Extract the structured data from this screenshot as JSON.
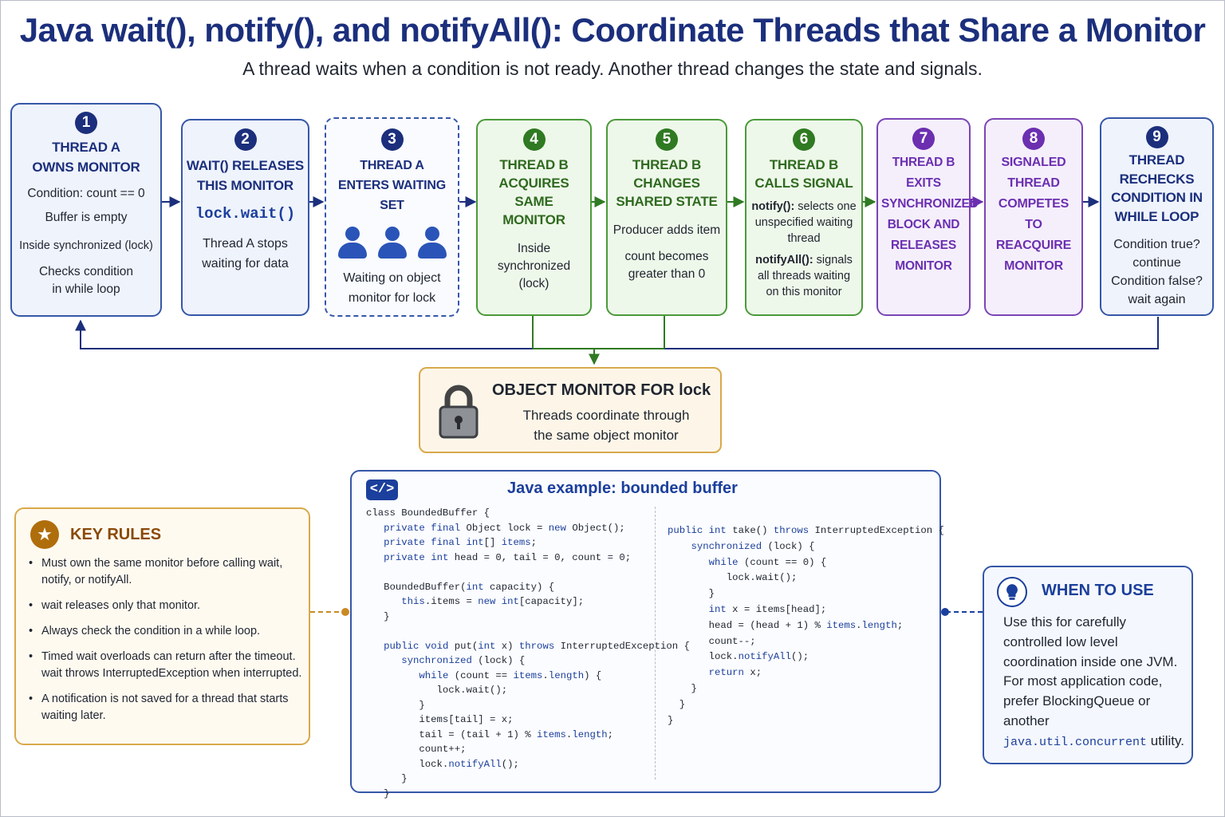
{
  "header": {
    "title": "Java wait(), notify(), and notifyAll(): Coordinate Threads that Share a Monitor",
    "subtitle": "A thread waits when a condition is not ready. Another thread changes the state and signals."
  },
  "steps": [
    {
      "num": "1",
      "title1": "THREAD A",
      "title2": "OWNS MONITOR",
      "lines": [
        "Condition: count == 0",
        "Buffer is empty",
        "Inside synchronized (lock)",
        "Checks condition",
        "in while loop"
      ]
    },
    {
      "num": "2",
      "title1": "WAIT() RELEASES",
      "title2": "THIS MONITOR",
      "code": "lock.wait()",
      "lines": [
        "Thread A stops",
        "waiting for data"
      ]
    },
    {
      "num": "3",
      "title1": "THREAD A",
      "title2": "ENTERS WAITING SET",
      "lines": [
        "Waiting on object",
        "monitor for lock"
      ]
    },
    {
      "num": "4",
      "title1": "THREAD B",
      "title2": "ACQUIRES SAME",
      "title3": "MONITOR",
      "lines": [
        "Inside",
        "synchronized (lock)"
      ]
    },
    {
      "num": "5",
      "title1": "THREAD B",
      "title2": "CHANGES",
      "title3": "SHARED STATE",
      "lines": [
        "Producer adds item",
        "count becomes",
        "greater than 0"
      ]
    },
    {
      "num": "6",
      "title1": "THREAD B",
      "title2": "CALLS SIGNAL",
      "notify_label": "notify():",
      "notify_text": " selects one unspecified waiting thread",
      "notifyall_label": "notifyAll():",
      "notifyall_text": " signals all threads waiting on this monitor"
    },
    {
      "num": "7",
      "title_lines": [
        "THREAD B",
        "EXITS",
        "SYNCHRONIZED",
        "BLOCK AND",
        "RELEASES",
        "MONITOR"
      ]
    },
    {
      "num": "8",
      "title_lines": [
        "SIGNALED",
        "THREAD",
        "COMPETES TO",
        "REACQUIRE",
        "MONITOR"
      ]
    },
    {
      "num": "9",
      "title_lines": [
        "THREAD",
        "RECHECKS",
        "CONDITION IN",
        "WHILE LOOP"
      ],
      "lines": [
        "Condition true?",
        "continue",
        "Condition false?",
        "wait again"
      ]
    }
  ],
  "monitor": {
    "title": "OBJECT MONITOR FOR lock",
    "desc1": "Threads coordinate through",
    "desc2": "the same object monitor"
  },
  "key_rules": {
    "title": "KEY RULES",
    "items": [
      "Must own the same monitor before calling wait, notify, or notifyAll.",
      "wait releases only that monitor.",
      "Always check the condition in a while loop.",
      "Timed wait overloads can return after the timeout. wait throws InterruptedException when interrupted.",
      "A notification is not saved for a thread that starts waiting later."
    ]
  },
  "code_example": {
    "icon": "</>",
    "title": "Java example: bounded buffer",
    "left": "class BoundedBuffer {\n   private final Object lock = new Object();\n   private final int[] items;\n   private int head = 0, tail = 0, count = 0;\n\n   BoundedBuffer(int capacity) {\n      this.items = new int[capacity];\n   }\n\n   public void put(int x) throws InterruptedException {\n      synchronized (lock) {\n         while (count == items.length) {\n            lock.wait();\n         }\n         items[tail] = x;\n         tail = (tail + 1) % items.length;\n         count++;\n         lock.notifyAll();\n      }\n   }",
    "right": "public int take() throws InterruptedException {\n    synchronized (lock) {\n       while (count == 0) {\n          lock.wait();\n       }\n       int x = items[head];\n       head = (head + 1) % items.length;\n       count--;\n       lock.notifyAll();\n       return x;\n    }\n  }\n}"
  },
  "when_to_use": {
    "title": "WHEN TO USE",
    "text": "Use this for carefully controlled low level coordination inside one JVM. For most application code, prefer BlockingQueue or another ",
    "mono": "java.util.concurrent",
    "text_end": " utility."
  },
  "colors": {
    "title_navy": "#1b2f7c",
    "step_blue": "#3557a8",
    "step_green": "#4a9a3a",
    "step_purple": "#7b45b5",
    "monitor_gold": "#d8a94c",
    "rules_brown": "#8a4a06"
  },
  "icons": [
    "lock-icon",
    "star-icon",
    "code-icon",
    "lightbulb-icon",
    "person-icon",
    "arrow-right-icon"
  ]
}
